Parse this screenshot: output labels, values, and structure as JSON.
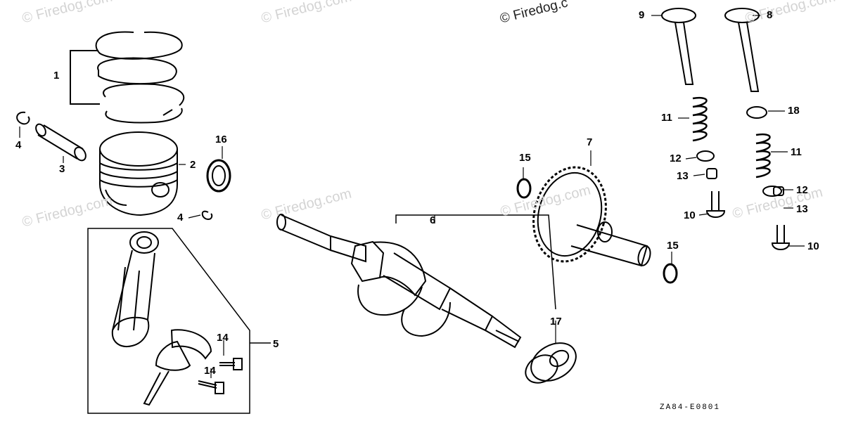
{
  "watermarks": {
    "text": "© Firedog.com",
    "main": "© Firedog.c"
  },
  "diagram_code": "ZA84-E0801",
  "callouts": {
    "c1": "1",
    "c2": "2",
    "c3": "3",
    "c4a": "4",
    "c4b": "4",
    "c5": "5",
    "c6": "6",
    "c7": "7",
    "c8": "8",
    "c9": "9",
    "c10a": "10",
    "c10b": "10",
    "c11a": "11",
    "c11b": "11",
    "c12a": "12",
    "c12b": "12",
    "c13a": "13",
    "c13b": "13",
    "c14a": "14",
    "c14b": "14",
    "c15a": "15",
    "c15b": "15",
    "c16": "16",
    "c17": "17",
    "c18": "18"
  }
}
